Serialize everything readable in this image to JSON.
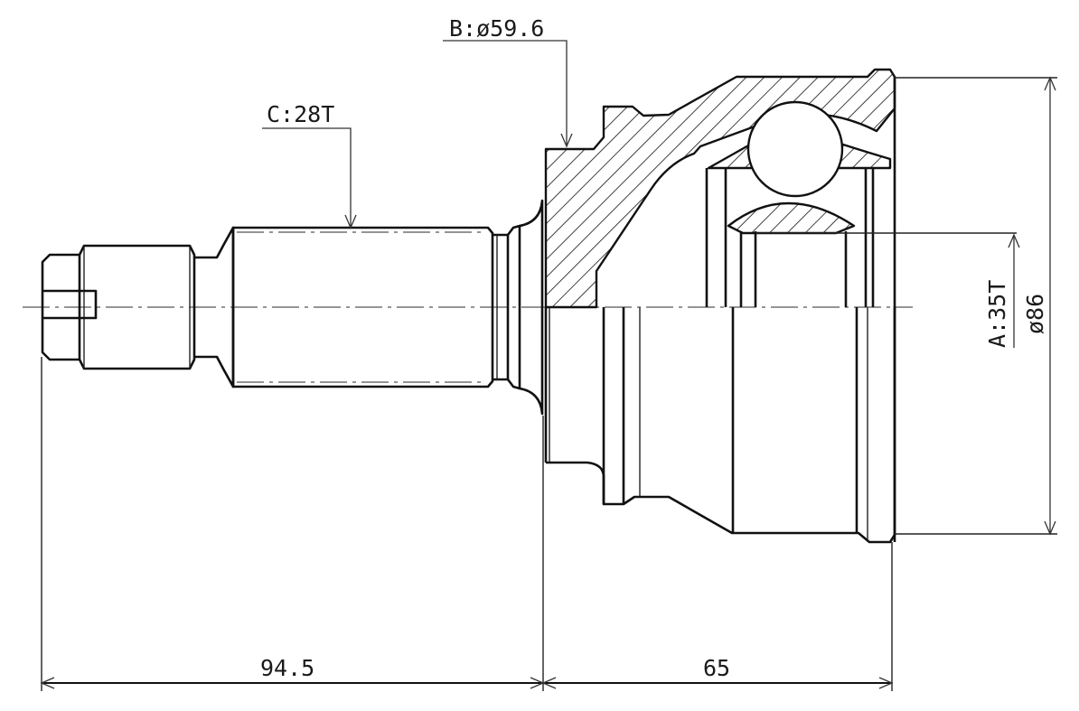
{
  "drawing": {
    "subject": "CV joint outer (drive shaft end) cross-section",
    "line_color": "#111111",
    "background": "#ffffff"
  },
  "labels": {
    "b_diameter": "B:ø59.6",
    "c_spline": "C:28T",
    "a_spline": "A:35T",
    "outer_diameter": "ø86"
  },
  "dimensions": {
    "shaft_length": "94.5",
    "housing_length": "65"
  },
  "specs": {
    "A_inner_spline_teeth": "35T",
    "B_seal_diameter_mm": 59.6,
    "C_outer_spline_teeth": "28T",
    "outer_diameter_mm": 86,
    "shaft_length_mm": 94.5,
    "housing_length_mm": 65
  }
}
